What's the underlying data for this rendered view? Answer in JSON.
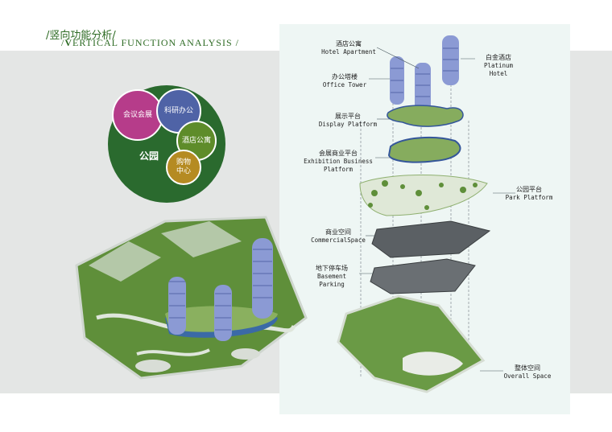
{
  "title": {
    "cn": "/竖向功能分析/",
    "en_slash_start": "/",
    "en_bold": "V",
    "en_rest": "ERTICAL FUNCTION ANALYSIS",
    "en_slash_end": "/"
  },
  "function_diagram": {
    "circles": [
      {
        "label": "会议会展",
        "color": "#b63c8a"
      },
      {
        "label": "科研办公",
        "color": "#4f63a6"
      },
      {
        "label": "酒店公寓",
        "color": "#5e8c2a"
      },
      {
        "label_line1": "购物",
        "label_line2": "中心",
        "color": "#b58b22"
      }
    ],
    "base_label": "公园",
    "base_color": "#2a6a2e"
  },
  "layers": [
    {
      "cn": "酒店公寓",
      "en": "Hotel Apartment"
    },
    {
      "cn": "白金酒店",
      "en": "Platinum Hotel"
    },
    {
      "cn": "办公塔楼",
      "en": "Office Tower"
    },
    {
      "cn": "展示平台",
      "en": "Display Platform"
    },
    {
      "cn": "会展商业平台",
      "en": "Exhibition Business Platform"
    },
    {
      "cn": "公园平台",
      "en": "Park Platform"
    },
    {
      "cn": "商业空间",
      "en": "CommercialSpace"
    },
    {
      "cn": "地下停车场",
      "en": "Basement Parking"
    },
    {
      "cn": "整体空间",
      "en": "Overall Space"
    }
  ],
  "colors": {
    "green_dark": "#2f6a2c",
    "green_mid": "#6a9a45",
    "tower_blue": "#7a8ac8",
    "slab_gray": "#555a5e",
    "platform_green": "#7fa35a"
  }
}
